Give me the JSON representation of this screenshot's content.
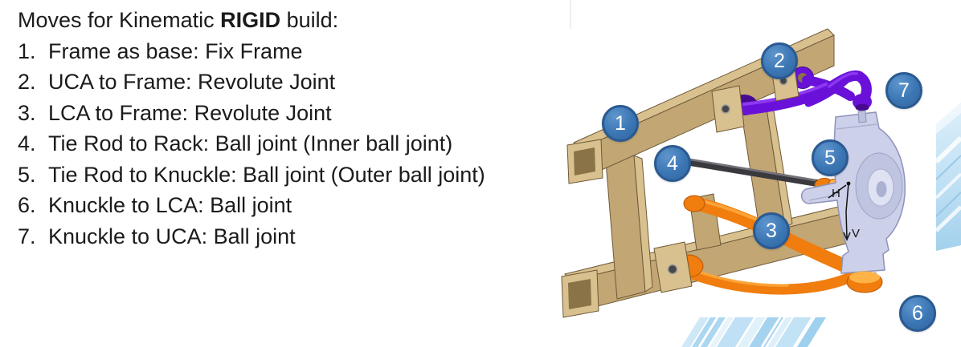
{
  "slide": {
    "title": {
      "prefix": "Moves for Kinematic ",
      "bold": "RIGID",
      "suffix": " build:"
    },
    "list": {
      "items": [
        {
          "num": "1.",
          "text": "Frame as base: Fix Frame"
        },
        {
          "num": "2.",
          "text": "UCA to Frame: Revolute Joint"
        },
        {
          "num": "3.",
          "text": "LCA to Frame: Revolute Joint"
        },
        {
          "num": "4.",
          "text": "Tie Rod to Rack: Ball joint (Inner ball joint)"
        },
        {
          "num": "5.",
          "text": "Tie Rod to Knuckle: Ball joint (Outer ball joint)"
        },
        {
          "num": "6.",
          "text": "Knuckle to LCA: Ball joint"
        },
        {
          "num": "7.",
          "text": "Knuckle to UCA: Ball joint"
        }
      ]
    },
    "callouts": [
      {
        "label": "1"
      },
      {
        "label": "2"
      },
      {
        "label": "3"
      },
      {
        "label": "4"
      },
      {
        "label": "5"
      },
      {
        "label": "6"
      },
      {
        "label": "7"
      }
    ],
    "diagram": {
      "h_label": "H",
      "v_label": "V"
    },
    "colors": {
      "text": "#1b1b1b",
      "badge_fill": "#3b76b4",
      "badge_border": "#2b5a92",
      "badge_text": "#ffffff",
      "frame": "#c2a674",
      "frame_light": "#d9c08f",
      "frame_dark": "#8a7347",
      "frame_outline": "#6e5a38",
      "uca_purple": "#6a11d9",
      "uca_purple_light": "#9440f5",
      "uca_purple_dark": "#46098f",
      "lca_orange": "#f07d0e",
      "lca_orange_light": "#ffb347",
      "lca_orange_dark": "#b55607",
      "tie_rod": "#3a393e",
      "knuckle": "#ccd0e8",
      "knuckle_shade": "#aab0d0",
      "knuckle_outline": "#8e93bb",
      "stripe_blue": "#abd7f1",
      "stripe_blue_light": "#dceffa",
      "sketch": "#141414"
    }
  }
}
